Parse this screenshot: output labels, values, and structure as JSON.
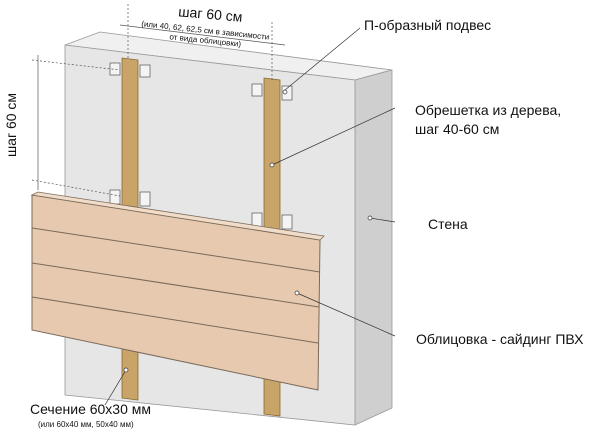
{
  "labels": {
    "step_top": "шаг 60 см",
    "step_top_note_1": "(или 40, 62, 62,5 см в зависимости",
    "step_top_note_2": "от вида облицовки)",
    "step_left": "шаг 60 см",
    "hanger": "П-образный подвес",
    "batten_1": "Обрешетка из дерева,",
    "batten_2": "шаг 40-60 см",
    "wall": "Стена",
    "cladding": "Облицовка - сайдинг ПВХ",
    "section": "Сечение 60x30 мм",
    "section_note": "(или 60x40 мм, 50x40 мм)"
  },
  "colors": {
    "wall_front": "#e6e6e6",
    "wall_side": "#cfcfcf",
    "wood": "#c9a468",
    "siding": "#e6c9ae"
  }
}
